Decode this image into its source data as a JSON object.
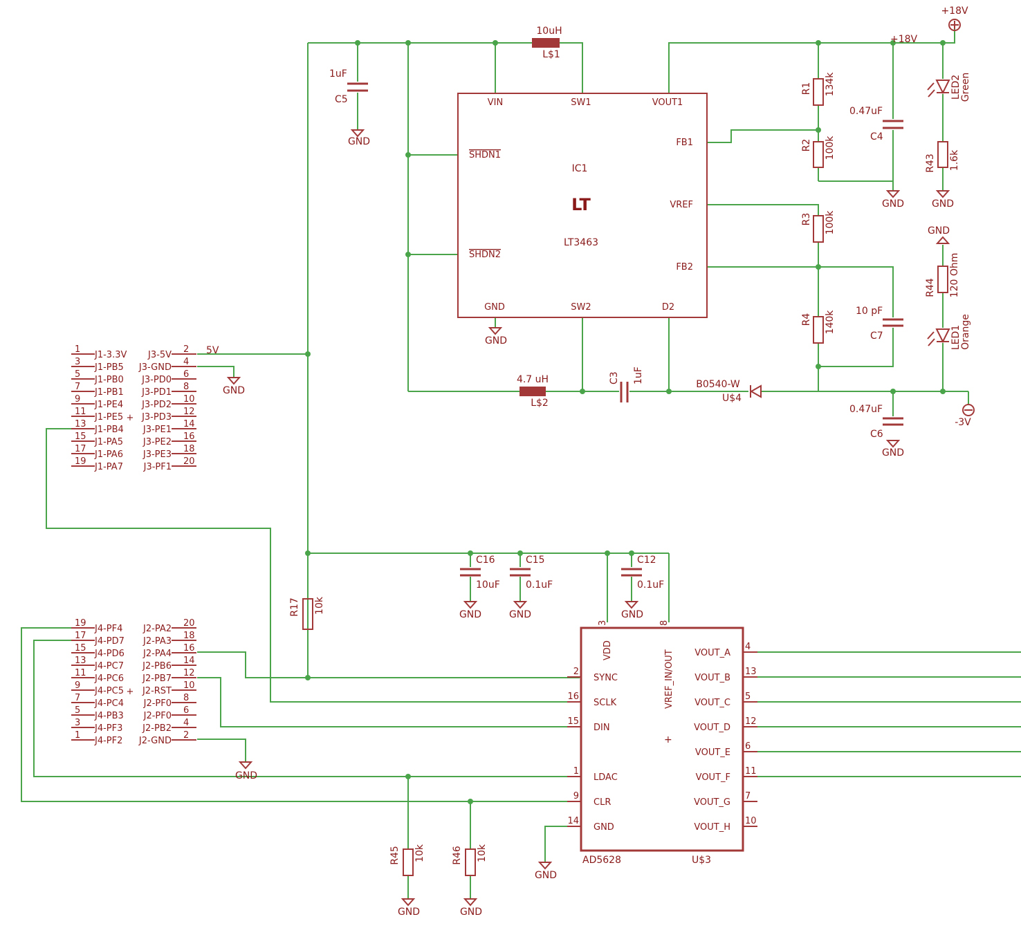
{
  "ic1": {
    "designator": "IC1",
    "part": "LT3463",
    "logo": "LT",
    "pins": {
      "vin": "VIN",
      "sw1": "SW1",
      "vout1": "VOUT1",
      "shdn1": "SHDN1",
      "shdn2": "SHDN2",
      "fb1": "FB1",
      "vref": "VREF",
      "fb2": "FB2",
      "gnd": "GND",
      "sw2": "SW2",
      "d2": "D2"
    }
  },
  "passives": {
    "l1": {
      "value": "10uH",
      "name": "L$1"
    },
    "l2": {
      "value": "4.7 uH",
      "name": "L$2"
    },
    "c5": {
      "value": "1uF",
      "name": "C5"
    },
    "c3": {
      "value": "1uF",
      "name": "C3"
    },
    "c4": {
      "value": "0.47uF",
      "name": "C4"
    },
    "c6": {
      "value": "0.47uF",
      "name": "C6"
    },
    "c7": {
      "value": "10 pF",
      "name": "C7"
    },
    "c16": {
      "value": "10uF",
      "name": "C16"
    },
    "c15": {
      "value": "0.1uF",
      "name": "C15"
    },
    "c12": {
      "value": "0.1uF",
      "name": "C12"
    },
    "r1": {
      "value": "134k",
      "name": "R1"
    },
    "r2": {
      "value": "100k",
      "name": "R2"
    },
    "r3": {
      "value": "100k",
      "name": "R3"
    },
    "r4": {
      "value": "140k",
      "name": "R4"
    },
    "r43": {
      "value": "1.6k",
      "name": "R43"
    },
    "r44": {
      "value": "120 Ohm",
      "name": "R44"
    },
    "r17": {
      "value": "10k",
      "name": "R17"
    },
    "r45": {
      "value": "10k",
      "name": "R45"
    },
    "r46": {
      "value": "10k",
      "name": "R46"
    },
    "led2": {
      "name": "LED2",
      "color": "Green"
    },
    "led1": {
      "name": "LED1",
      "color": "Orange"
    },
    "d1": {
      "value": "B0540-W",
      "name": "U$4"
    }
  },
  "power": {
    "gnd": "GND",
    "p18v": "+18V",
    "n3v": "-3V",
    "v5": "5V"
  },
  "header_top": {
    "left_numbers": [
      "1",
      "3",
      "5",
      "7",
      "9",
      "11",
      "13",
      "15",
      "17",
      "19"
    ],
    "left_labels": [
      "J1-3.3V",
      "J1-PB5",
      "J1-PB0",
      "J1-PB1",
      "J1-PE4",
      "J1-PE5",
      "J1-PB4",
      "J1-PA5",
      "J1-PA6",
      "J1-PA7"
    ],
    "right_labels": [
      "J3-5V",
      "J3-GND",
      "J3-PD0",
      "J3-PD1",
      "J3-PD2",
      "J3-PD3",
      "J3-PE1",
      "J3-PE2",
      "J3-PE3",
      "J3-PF1"
    ],
    "right_numbers": [
      "2",
      "4",
      "6",
      "8",
      "10",
      "12",
      "14",
      "16",
      "18",
      "20"
    ]
  },
  "header_bottom": {
    "left_numbers": [
      "19",
      "17",
      "15",
      "13",
      "11",
      "9",
      "7",
      "5",
      "3",
      "1"
    ],
    "left_labels": [
      "J4-PF4",
      "J4-PD7",
      "J4-PD6",
      "J4-PC7",
      "J4-PC6",
      "J4-PC5",
      "J4-PC4",
      "J4-PB3",
      "J4-PF3",
      "J4-PF2"
    ],
    "right_labels": [
      "J2-PA2",
      "J2-PA3",
      "J2-PA4",
      "J2-PB6",
      "J2-PB7",
      "J2-RST",
      "J2-PF0",
      "J2-PF0",
      "J2-PB2",
      "J2-GND"
    ],
    "right_numbers": [
      "20",
      "18",
      "16",
      "14",
      "12",
      "10",
      "8",
      "6",
      "4",
      "2"
    ]
  },
  "dac": {
    "part": "AD5628",
    "name": "U$3",
    "top_pins": [
      {
        "num": "3",
        "label": "VDD"
      },
      {
        "num": "8",
        "label": "VREF_IN/OUT"
      }
    ],
    "left_pins": [
      {
        "num": "2",
        "label": "SYNC"
      },
      {
        "num": "16",
        "label": "SCLK"
      },
      {
        "num": "15",
        "label": "DIN"
      },
      {
        "num": "1",
        "label": "LDAC"
      },
      {
        "num": "9",
        "label": "CLR"
      },
      {
        "num": "14",
        "label": "GND"
      }
    ],
    "right_pins": [
      {
        "num": "4",
        "label": "VOUT_A"
      },
      {
        "num": "13",
        "label": "VOUT_B"
      },
      {
        "num": "5",
        "label": "VOUT_C"
      },
      {
        "num": "12",
        "label": "VOUT_D"
      },
      {
        "num": "6",
        "label": "VOUT_E"
      },
      {
        "num": "11",
        "label": "VOUT_F"
      },
      {
        "num": "7",
        "label": "VOUT_G"
      },
      {
        "num": "10",
        "label": "VOUT_H"
      }
    ]
  },
  "colors": {
    "wire": "#4aa54a",
    "part": "#a23838",
    "text": "#8a1a1a"
  }
}
